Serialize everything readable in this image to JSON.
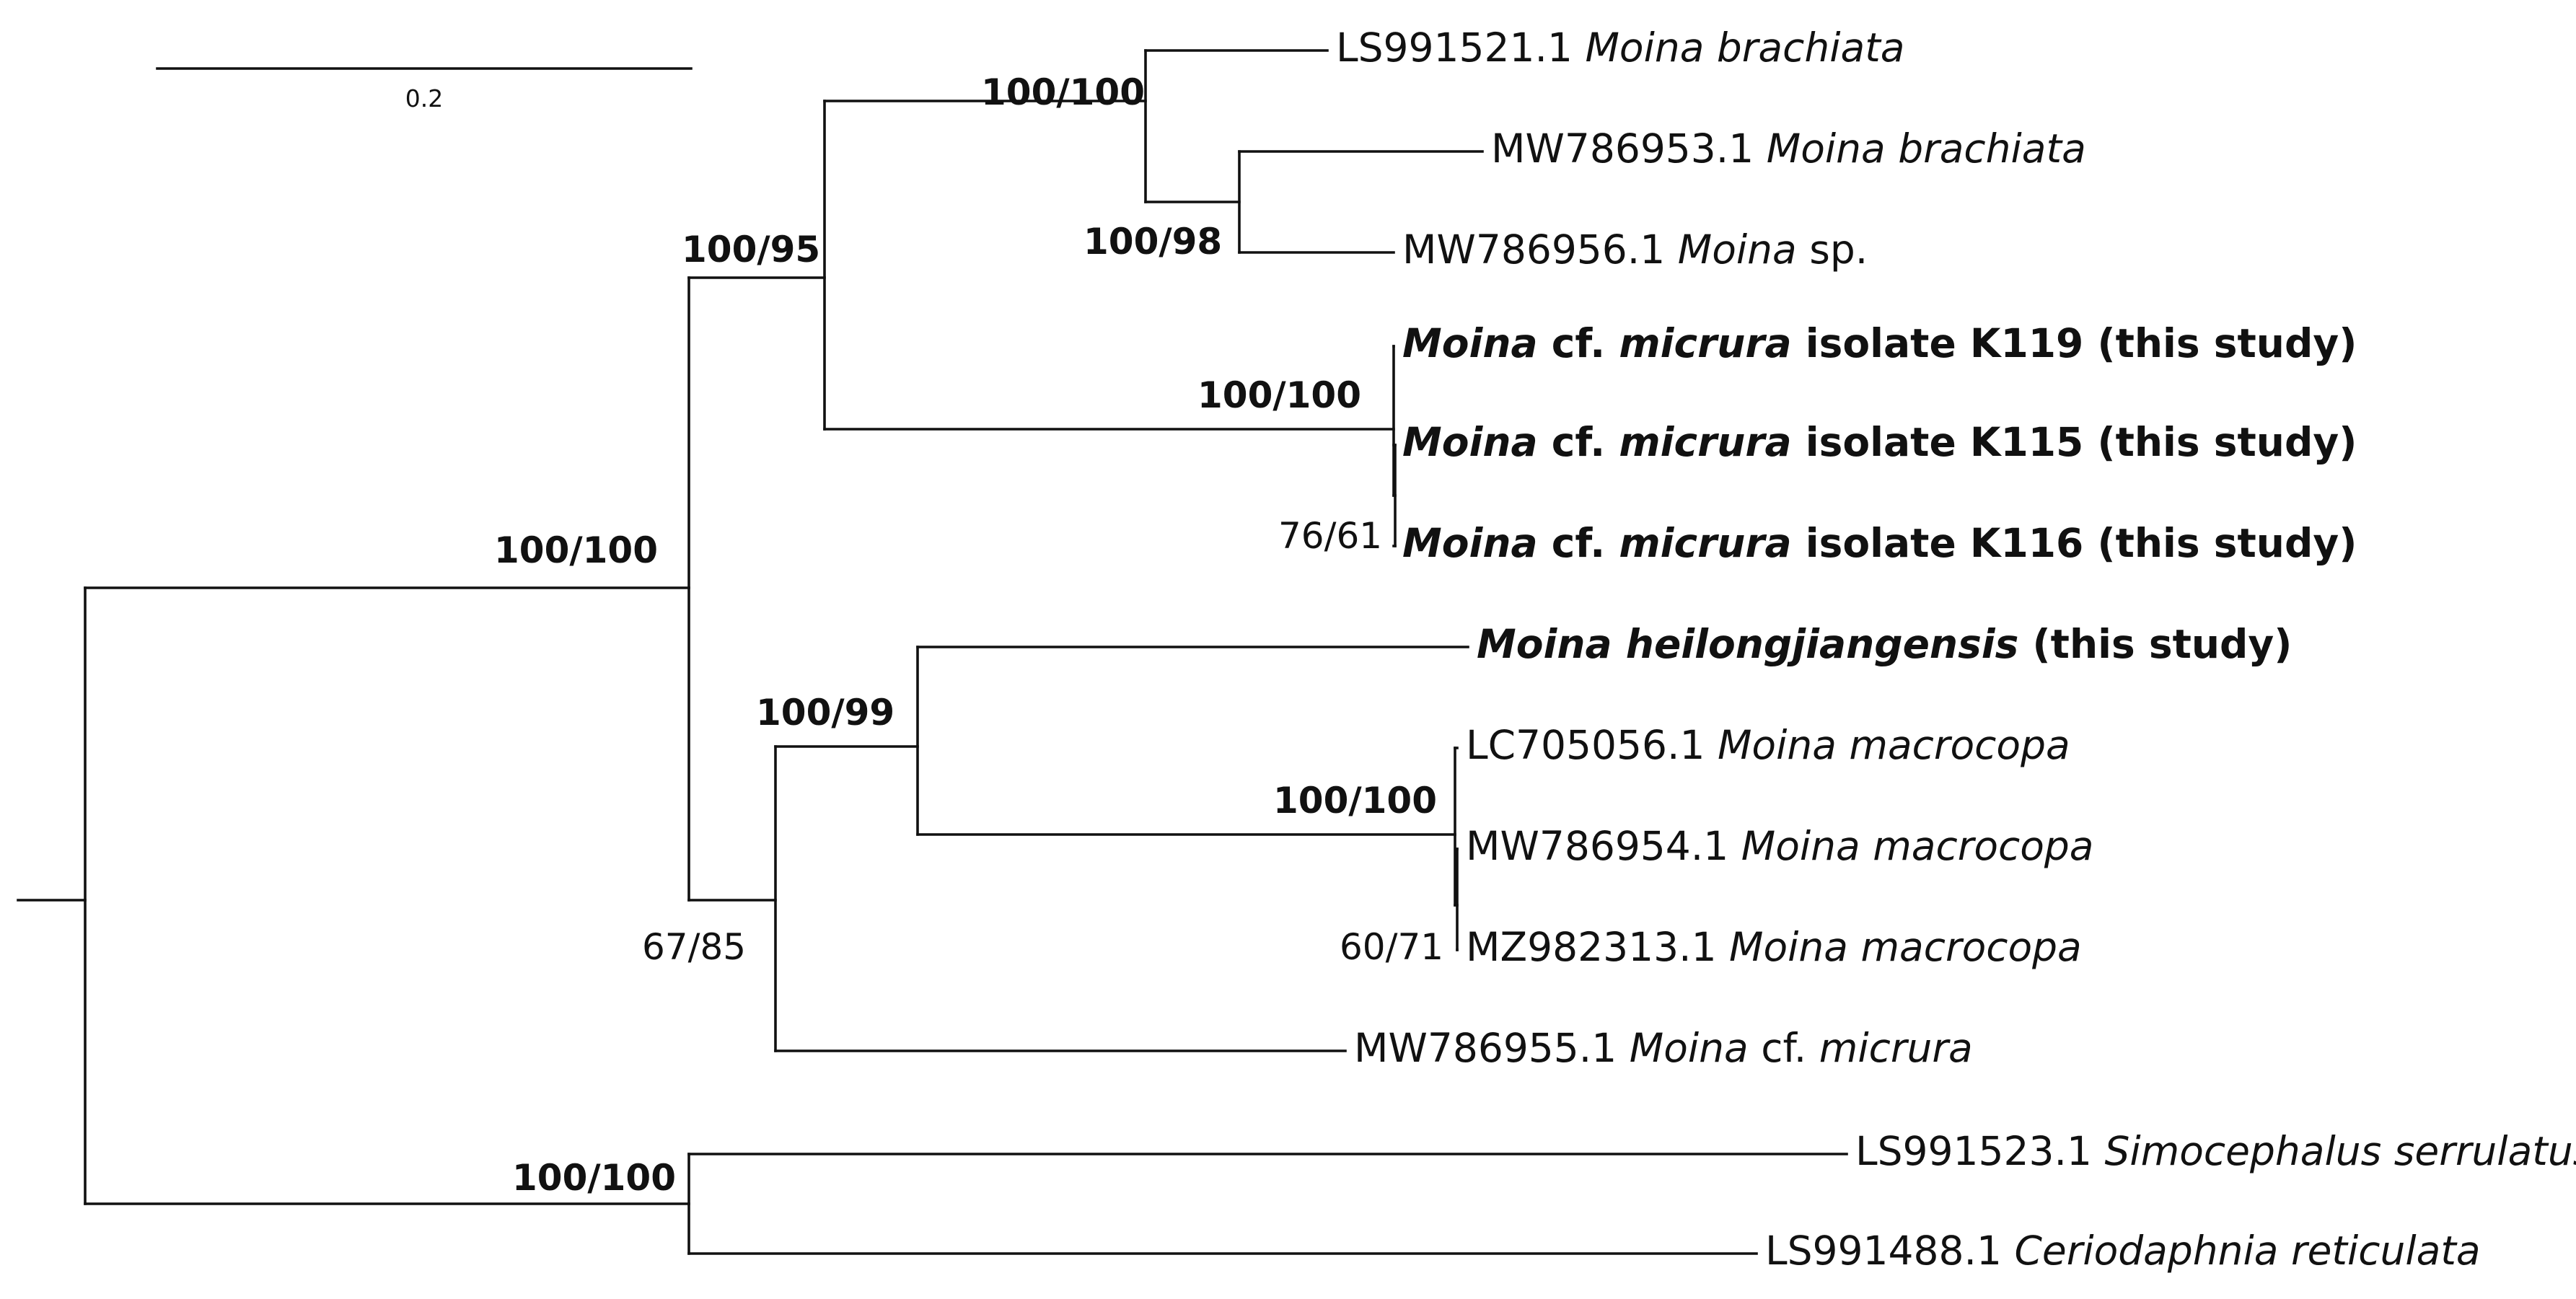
{
  "scale_bar": {
    "label": "0.2"
  },
  "tips": [
    {
      "id": "t1",
      "parts": [
        {
          "text": "LS991521.1 "
        },
        {
          "text": "Moina brachiata",
          "italic": true
        }
      ]
    },
    {
      "id": "t2",
      "parts": [
        {
          "text": "MW786953.1 "
        },
        {
          "text": "Moina brachiata",
          "italic": true
        }
      ]
    },
    {
      "id": "t3",
      "parts": [
        {
          "text": "MW786956.1 "
        },
        {
          "text": "Moina",
          "italic": true
        },
        {
          "text": " sp."
        }
      ]
    },
    {
      "id": "t4",
      "bold": true,
      "parts": [
        {
          "text": "Moina",
          "italic": true
        },
        {
          "text": " cf. "
        },
        {
          "text": "micrura",
          "italic": true
        },
        {
          "text": " isolate K119 (this study)"
        }
      ]
    },
    {
      "id": "t5",
      "bold": true,
      "parts": [
        {
          "text": "Moina",
          "italic": true
        },
        {
          "text": " cf. "
        },
        {
          "text": "micrura",
          "italic": true
        },
        {
          "text": " isolate K115 (this study)"
        }
      ]
    },
    {
      "id": "t6",
      "bold": true,
      "parts": [
        {
          "text": "Moina",
          "italic": true
        },
        {
          "text": " cf. "
        },
        {
          "text": "micrura",
          "italic": true
        },
        {
          "text": " isolate K116 (this study)"
        }
      ]
    },
    {
      "id": "t7",
      "bold": true,
      "parts": [
        {
          "text": "Moina heilongjiangensis",
          "italic": true
        },
        {
          "text": " (this study)"
        }
      ]
    },
    {
      "id": "t8",
      "parts": [
        {
          "text": "LC705056.1 "
        },
        {
          "text": "Moina macrocopa",
          "italic": true
        }
      ]
    },
    {
      "id": "t9",
      "parts": [
        {
          "text": "MW786954.1 "
        },
        {
          "text": "Moina macrocopa",
          "italic": true
        }
      ]
    },
    {
      "id": "t10",
      "parts": [
        {
          "text": "MZ982313.1 "
        },
        {
          "text": "Moina macrocopa",
          "italic": true
        }
      ]
    },
    {
      "id": "t11",
      "parts": [
        {
          "text": "MW786955.1 "
        },
        {
          "text": "Moina",
          "italic": true
        },
        {
          "text": " cf. "
        },
        {
          "text": "micrura",
          "italic": true
        }
      ]
    },
    {
      "id": "t12",
      "parts": [
        {
          "text": "LS991523.1 "
        },
        {
          "text": "Simocephalus serrulatus",
          "italic": true
        }
      ]
    },
    {
      "id": "t13",
      "parts": [
        {
          "text": "LS991488.1 "
        },
        {
          "text": "Ceriodaphnia reticulata",
          "italic": true
        }
      ]
    }
  ],
  "support_values": [
    {
      "node": "n_brachiata",
      "label": "100/100",
      "bold": true
    },
    {
      "node": "n_brach_sp",
      "label": "100/98",
      "bold": true
    },
    {
      "node": "n_upper",
      "label": "100/95",
      "bold": true
    },
    {
      "node": "n_k_isolates",
      "label": "100/100",
      "bold": true
    },
    {
      "node": "n_k115_k116",
      "label": "76/61",
      "bold": false
    },
    {
      "node": "n_moina",
      "label": "100/100",
      "bold": true
    },
    {
      "node": "n_heilong_macro",
      "label": "100/99",
      "bold": true
    },
    {
      "node": "n_macrocopa",
      "label": "100/100",
      "bold": true
    },
    {
      "node": "n_macro_inner",
      "label": "60/71",
      "bold": false
    },
    {
      "node": "n_lower",
      "label": "67/85",
      "bold": false
    },
    {
      "node": "n_outgroup",
      "label": "100/100",
      "bold": true
    }
  ]
}
